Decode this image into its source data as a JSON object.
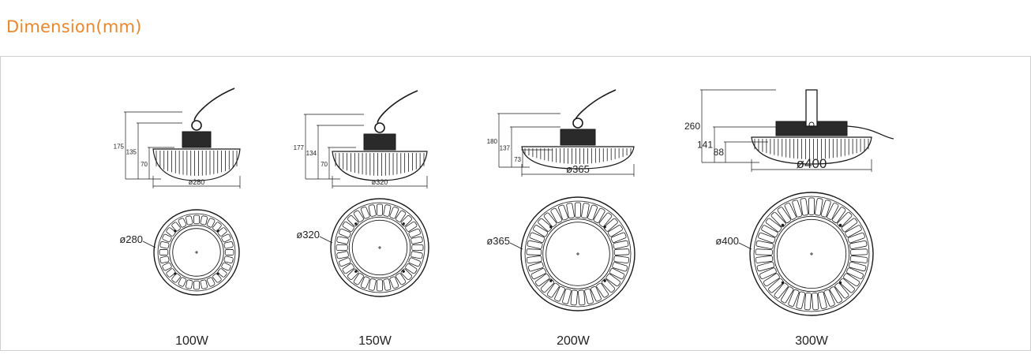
{
  "header": {
    "title": "Dimension(mm)"
  },
  "products": [
    {
      "power": "100W",
      "diameter": "ø280",
      "front_diameter": "ø280",
      "dims": [
        "175",
        "135",
        "70"
      ]
    },
    {
      "power": "150W",
      "diameter": "ø320",
      "front_diameter": "ø320",
      "dims": [
        "177",
        "134",
        "70"
      ]
    },
    {
      "power": "200W",
      "diameter": "ø365",
      "front_diameter": "ø365",
      "dims": [
        "180",
        "137",
        "73"
      ]
    },
    {
      "power": "300W",
      "diameter": "ø400",
      "front_diameter": "ø400",
      "dims": [
        "260",
        "141",
        "88"
      ]
    }
  ],
  "colors": {
    "title": "#e8872d",
    "line": "#1a1a1a",
    "border": "#cfcfcf"
  }
}
